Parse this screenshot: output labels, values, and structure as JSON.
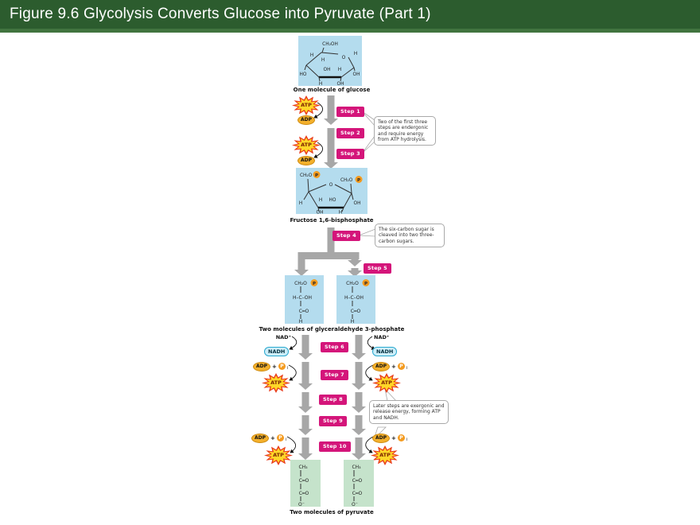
{
  "header": {
    "title": "Figure 9.6  Glycolysis Converts Glucose into Pyruvate (Part 1)"
  },
  "steps": [
    "Step 1",
    "Step 2",
    "Step 3",
    "Step 4",
    "Step 5",
    "Step 6",
    "Step 7",
    "Step 8",
    "Step 9",
    "Step 10"
  ],
  "captions": {
    "glucose": "One molecule of glucose",
    "fructose": "Fructose 1,6-bisphosphate",
    "g3p": "Two molecules of glyceraldehyde 3-phosphate",
    "pyruvate": "Two molecules of pyruvate"
  },
  "callouts": {
    "endergonic": "Two of the first three steps are endergonic and require energy from ATP hydrolysis.",
    "cleaved": "The six-carbon sugar is cleaved into two three-carbon sugars.",
    "exergonic": "Later steps are exergonic and release energy, forming ATP and NADH."
  },
  "energy": {
    "atp": "ATP",
    "adp": "ADP",
    "nad": "NAD⁺",
    "nadh": "NADH",
    "p": "P",
    "pi_sub": "i",
    "plus": "+"
  },
  "molecules": {
    "glucose": {
      "labels": {
        "ch2oh": "CH₂OH",
        "ring_o": "O",
        "h_tr": "H",
        "h_tl": "H",
        "h_in_top": "H",
        "oh_in": "OH",
        "h_in_right": "H",
        "ho_left": "HO",
        "oh_right": "OH",
        "h_bottom": "H",
        "oh_bottom": "OH"
      }
    },
    "fructose": {
      "labels": {
        "ch2o_left": "CH₂O",
        "p_left": "P",
        "ch2o_right": "CH₂O",
        "p_right": "P",
        "ring_o": "O",
        "h_in": "H",
        "ho_in": "HO",
        "h_left": "H",
        "oh_right": "OH",
        "oh_bottom": "OH",
        "h_bottom": "H"
      }
    },
    "g3p": {
      "line1": "CH₂O",
      "p": "P",
      "line2": "H–C–OH",
      "line3": "C═O",
      "line4": "H"
    },
    "pyruvate": {
      "line1": "CH₃",
      "line2": "C═O",
      "line3": "C═O",
      "line4": "O⁻"
    }
  },
  "colors": {
    "header_green": "#2c5c2e",
    "header_strip": "#41743f",
    "step_magenta": "#d4157a",
    "arrow_gray": "#a7a7a7",
    "sugar_box_blue": "#b4dcee",
    "pyruvate_box_green": "#c5e3cb",
    "atp_burst_red": "#e8391a",
    "atp_burst_yellow": "#ffd728",
    "adp_orange": "#f3b02c",
    "phosphate_orange": "#f49b1f",
    "nadh_fill": "#cdeef9",
    "nadh_border": "#29a8cf"
  }
}
